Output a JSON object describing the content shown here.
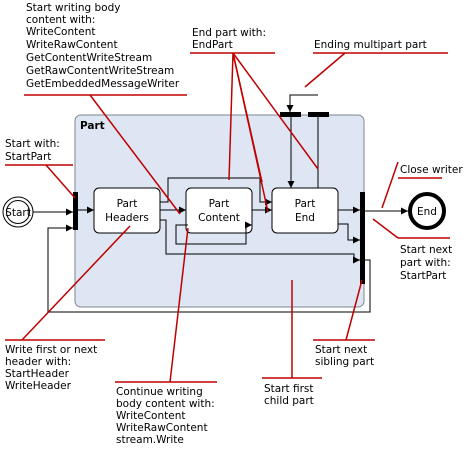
{
  "container": {
    "title": "Part"
  },
  "nodes": {
    "start": "Start",
    "end": "End",
    "part_headers": [
      "Part",
      "Headers"
    ],
    "part_content": [
      "Part",
      "Content"
    ],
    "part_end": [
      "Part",
      "End"
    ]
  },
  "annotations": {
    "start_writing_body": [
      "Start writing body",
      "content with:",
      "WriteContent",
      "WriteRawContent",
      "GetContentWriteStream",
      "GetRawContentWriteStream",
      "GetEmbeddedMessageWriter"
    ],
    "end_part_with": [
      "End part with:",
      "EndPart"
    ],
    "ending_multipart": [
      "Ending multipart part"
    ],
    "start_with": [
      "Start with:",
      "StartPart"
    ],
    "close_writer": [
      "Close writer"
    ],
    "start_next_part": [
      "Start next",
      "part with:",
      "StartPart"
    ],
    "write_header": [
      "Write first or next",
      "header with:",
      "StartHeader",
      "WriteHeader"
    ],
    "start_next_sibling": [
      "Start next",
      "sibling part"
    ],
    "start_first_child": [
      "Start first",
      "child part"
    ],
    "continue_writing": [
      "Continue writing",
      "body content with:",
      "WriteContent",
      "WriteRawContent",
      "stream.Write"
    ]
  },
  "colors": {
    "container_fill": "#dde6f2",
    "container_stroke": "#7f8793",
    "callout_line": "#c00000",
    "arrow": "#000000",
    "bar": "#000000",
    "box_fill": "#ffffff"
  }
}
